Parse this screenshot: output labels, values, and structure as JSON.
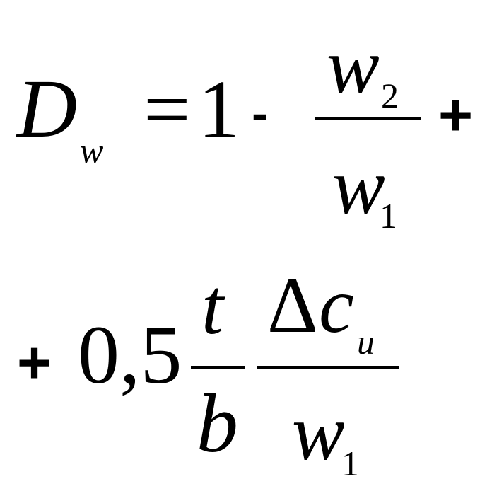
{
  "formula": {
    "line1": {
      "lhs_symbol": "D",
      "lhs_subscript": "w",
      "equals": "=",
      "one": "1",
      "minus": "-",
      "frac_num_symbol": "w",
      "frac_num_subscript": "2",
      "frac_den_symbol": "w",
      "frac_den_subscript": "1",
      "plus": "+"
    },
    "line2": {
      "plus": "+",
      "coefficient": "0,5",
      "frac1_num": "t",
      "frac1_den": "b",
      "delta": "Δ",
      "frac2_num_symbol": "c",
      "frac2_num_subscript": "u",
      "frac2_den_symbol": "w",
      "frac2_den_subscript": "1"
    }
  }
}
